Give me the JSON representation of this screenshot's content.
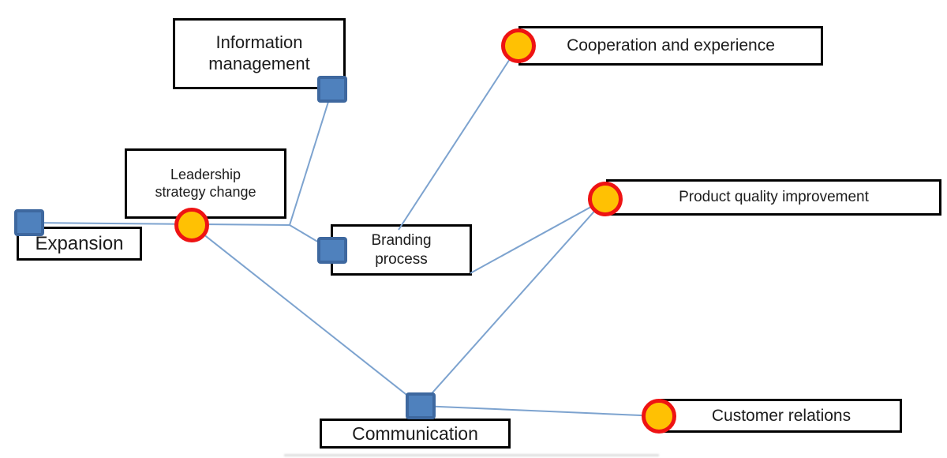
{
  "diagram": {
    "type": "concept-map",
    "colors": {
      "node_fill": "#ffffff",
      "node_border": "#000000",
      "square_marker_fill": "#4f81bd",
      "square_marker_border": "#3e689f",
      "circle_marker_fill": "#ffc103",
      "circle_marker_border": "#ee1313",
      "edge": "#7da3cf"
    },
    "nodes": [
      {
        "id": "information-management",
        "label": "Information\nmanagement",
        "marker": "square"
      },
      {
        "id": "cooperation-and-experience",
        "label": "Cooperation and experience",
        "marker": "circle"
      },
      {
        "id": "leadership-strategy-change",
        "label": "Leadership\nstrategy change",
        "marker": "circle"
      },
      {
        "id": "expansion",
        "label": "Expansion",
        "marker": "square"
      },
      {
        "id": "branding-process",
        "label": "Branding\nprocess",
        "marker": "square"
      },
      {
        "id": "product-quality-improvement",
        "label": "Product quality improvement",
        "marker": "circle"
      },
      {
        "id": "communication",
        "label": "Communication",
        "marker": "square"
      },
      {
        "id": "customer-relations",
        "label": "Customer relations",
        "marker": "circle"
      }
    ],
    "edges": [
      {
        "from": "expansion",
        "to": "branding-process",
        "via": "leadership-strategy-change"
      },
      {
        "from": "information-management",
        "to": "branding-process"
      },
      {
        "from": "cooperation-and-experience",
        "to": "branding-process"
      },
      {
        "from": "product-quality-improvement",
        "to": "branding-process"
      },
      {
        "from": "product-quality-improvement",
        "to": "communication"
      },
      {
        "from": "leadership-strategy-change",
        "to": "communication"
      },
      {
        "from": "communication",
        "to": "customer-relations"
      }
    ]
  }
}
